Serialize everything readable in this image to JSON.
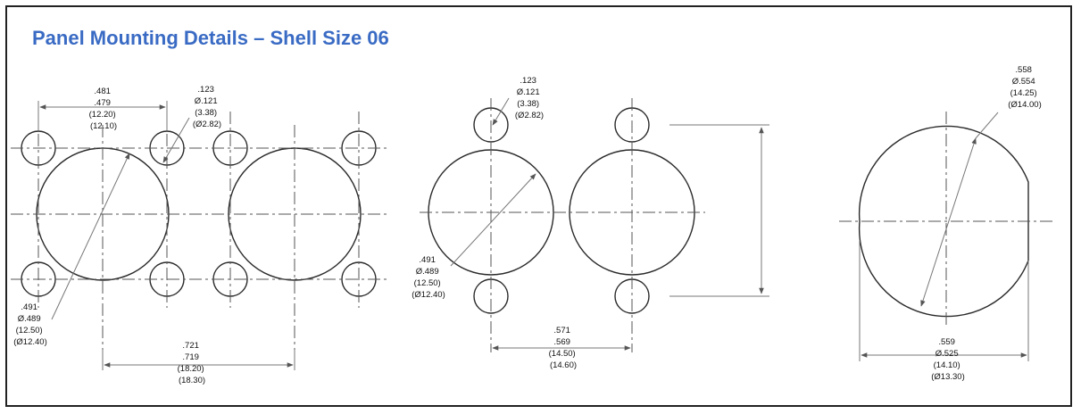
{
  "title": "Panel Mounting Details – Shell Size 06",
  "callouts": {
    "single_hole_spacing": [
      ".481",
      ".479",
      "(12.20)",
      "(12.10)"
    ],
    "single_mount_hole": [
      ".123",
      "Ø.121",
      "(3.38)",
      "(Ø2.82)"
    ],
    "single_main_hole": [
      ".491",
      "Ø.489",
      "(12.50)",
      "(Ø12.40)"
    ],
    "single_center_spacing": [
      ".721",
      ".719",
      "(18.20)",
      "(18.30)"
    ],
    "two_hole_mount_hole": [
      ".123",
      "Ø.121",
      "(3.38)",
      "(Ø2.82)"
    ],
    "two_hole_main_hole": [
      ".491",
      "Ø.489",
      "(12.50)",
      "(Ø12.40)"
    ],
    "two_hole_center_spacing": [
      ".571",
      ".569",
      "(14.50)",
      "(14.60)"
    ],
    "d_cut_diameter": [
      ".558",
      "Ø.554",
      "(14.25)",
      "(Ø14.00)"
    ],
    "d_cut_flat": [
      ".559",
      "Ø.525",
      "(14.10)",
      "(Ø13.30)"
    ]
  }
}
